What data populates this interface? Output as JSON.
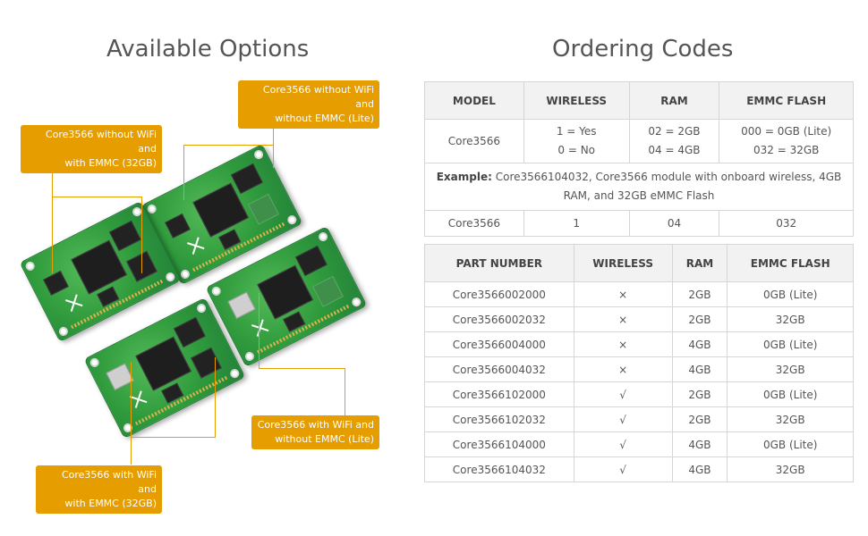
{
  "headings": {
    "left": "Available Options",
    "right": "Ordering Codes"
  },
  "callouts": {
    "top_right": [
      "Core3566 without WiFi and",
      "without EMMC (Lite)"
    ],
    "top_left": [
      "Core3566 without WiFi and",
      "with EMMC (32GB)"
    ],
    "bottom_right": [
      "Core3566 with WiFi and",
      "without EMMC (Lite)"
    ],
    "bottom_left": [
      "Core3566 with WiFi and",
      "with EMMC (32GB)"
    ]
  },
  "ordering_table": {
    "headers": [
      "MODEL",
      "WIRELESS",
      "RAM",
      "EMMC FLASH"
    ],
    "row1": {
      "model": "Core3566",
      "wireless": [
        "1 = Yes",
        "0 = No"
      ],
      "ram": [
        "02 = 2GB",
        "04 = 4GB"
      ],
      "emmc": [
        "000 = 0GB (Lite)",
        "032 = 32GB"
      ]
    },
    "example_label": "Example:",
    "example_text": "Core3566104032, Core3566 module with onboard wireless, 4GB RAM, and 32GB eMMC Flash",
    "row3": [
      "Core3566",
      "1",
      "04",
      "032"
    ]
  },
  "parts_table": {
    "headers": [
      "PART NUMBER",
      "WIRELESS",
      "RAM",
      "EMMC FLASH"
    ],
    "rows": [
      [
        "Core3566002000",
        "×",
        "2GB",
        "0GB (Lite)"
      ],
      [
        "Core3566002032",
        "×",
        "2GB",
        "32GB"
      ],
      [
        "Core3566004000",
        "×",
        "4GB",
        "0GB (Lite)"
      ],
      [
        "Core3566004032",
        "×",
        "4GB",
        "32GB"
      ],
      [
        "Core3566102000",
        "√",
        "2GB",
        "0GB (Lite)"
      ],
      [
        "Core3566102032",
        "√",
        "2GB",
        "32GB"
      ],
      [
        "Core3566104000",
        "√",
        "4GB",
        "0GB (Lite)"
      ],
      [
        "Core3566104032",
        "√",
        "4GB",
        "32GB"
      ]
    ]
  },
  "colors": {
    "callout": "#e59d00",
    "board": "#2f9a3c",
    "header_bg": "#f2f2f2"
  }
}
